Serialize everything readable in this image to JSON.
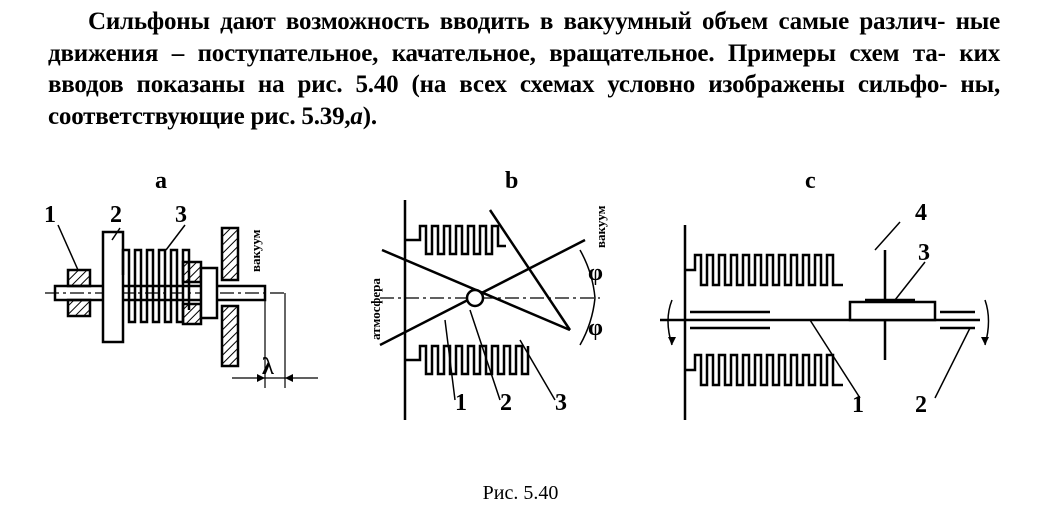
{
  "paragraph": {
    "line1": "Сильфоны дают возможность вводить в вакуумный объем самые различ-",
    "line2": "ные движения – поступательное, качательное, вращательное. Примеры схем та-",
    "line3": "ких вводов показаны на рис. 5.40 (на всех схемах условно изображены сильфо-",
    "line4_a": "ны, соответствующие рис. 5.39,",
    "line4_b": "а",
    "line4_c": ")."
  },
  "figure": {
    "a": {
      "title": "a",
      "labels": [
        "1",
        "2",
        "3"
      ],
      "vacuum": "вакуум",
      "lambda": "λ"
    },
    "b": {
      "title": "b",
      "labels": [
        "1",
        "2",
        "3"
      ],
      "vacuum": "вакуум",
      "atmosphere": "атмосфера",
      "phi": "φ"
    },
    "c": {
      "title": "c",
      "labels": [
        "4",
        "3",
        "1",
        "2"
      ]
    }
  },
  "caption": "Рис. 5.40"
}
